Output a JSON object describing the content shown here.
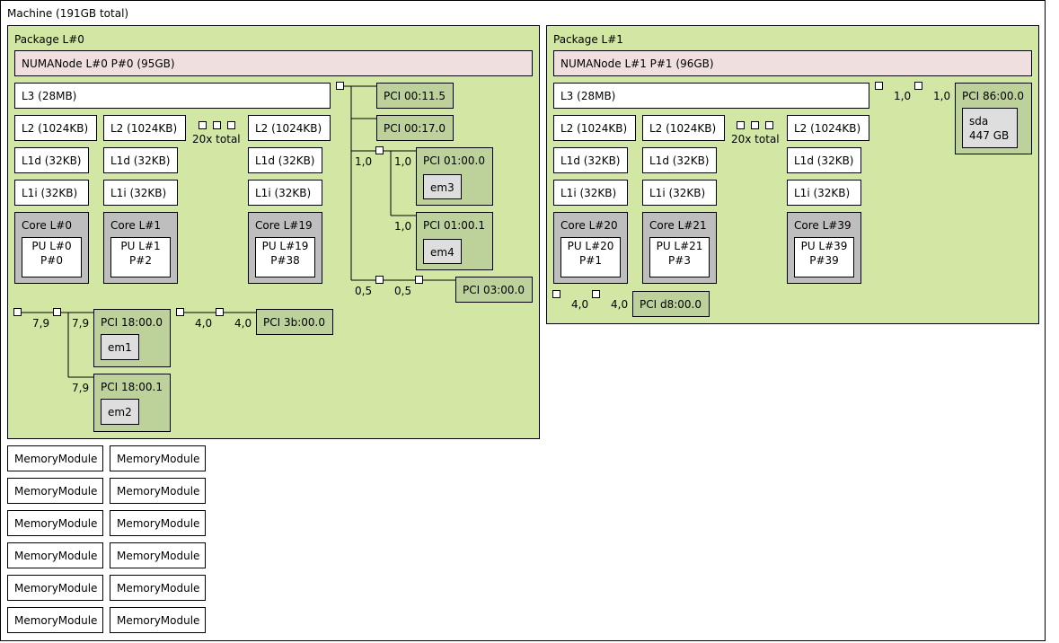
{
  "machine": {
    "title": "Machine (191GB total)"
  },
  "package0": {
    "title": "Package L#0",
    "numa": "NUMANode L#0 P#0 (95GB)",
    "l3": "L3 (28MB)",
    "l2": [
      "L2 (1024KB)",
      "L2 (1024KB)",
      "L2 (1024KB)"
    ],
    "l1d": [
      "L1d (32KB)",
      "L1d (32KB)",
      "L1d (32KB)"
    ],
    "l1i": [
      "L1i (32KB)",
      "L1i (32KB)",
      "L1i (32KB)"
    ],
    "cores": [
      {
        "label": "Core L#0",
        "pu_line1": "PU L#0",
        "pu_line2": "P#0"
      },
      {
        "label": "Core L#1",
        "pu_line1": "PU L#1",
        "pu_line2": "P#2"
      },
      {
        "label": "Core L#19",
        "pu_line1": "PU L#19",
        "pu_line2": "P#38"
      }
    ],
    "total": "20x total",
    "pci": {
      "p0011": "PCI 00:11.5",
      "p0017": "PCI 00:17.0",
      "p0100": "PCI 01:00.0",
      "em3": "em3",
      "p0101": "PCI 01:00.1",
      "em4": "em4",
      "p0300": "PCI 03:00.0",
      "p1800": "PCI 18:00.0",
      "em1": "em1",
      "p1801": "PCI 18:00.1",
      "em2": "em2",
      "p3b00": "PCI 3b:00.0"
    },
    "speeds": {
      "a": "1,0",
      "b": "1,0",
      "c": "1,0",
      "d": "0,5",
      "e": "0,5",
      "f": "7,9",
      "g": "7,9",
      "h": "7,9",
      "i": "4,0",
      "j": "4,0"
    }
  },
  "package1": {
    "title": "Package L#1",
    "numa": "NUMANode L#1 P#1 (96GB)",
    "l3": "L3 (28MB)",
    "l2": [
      "L2 (1024KB)",
      "L2 (1024KB)",
      "L2 (1024KB)"
    ],
    "l1d": [
      "L1d (32KB)",
      "L1d (32KB)",
      "L1d (32KB)"
    ],
    "l1i": [
      "L1i (32KB)",
      "L1i (32KB)",
      "L1i (32KB)"
    ],
    "cores": [
      {
        "label": "Core L#20",
        "pu_line1": "PU L#20",
        "pu_line2": "P#1"
      },
      {
        "label": "Core L#21",
        "pu_line1": "PU L#21",
        "pu_line2": "P#3"
      },
      {
        "label": "Core L#39",
        "pu_line1": "PU L#39",
        "pu_line2": "P#39"
      }
    ],
    "total": "20x total",
    "pci": {
      "p8600": "PCI 86:00.0",
      "sda_line1": "sda",
      "sda_line2": "447 GB",
      "pd800": "PCI d8:00.0"
    },
    "speeds": {
      "a": "1,0",
      "b": "1,0",
      "c": "4,0",
      "d": "4,0"
    }
  },
  "memory_modules": [
    "MemoryModule",
    "MemoryModule",
    "MemoryModule",
    "MemoryModule",
    "MemoryModule",
    "MemoryModule",
    "MemoryModule",
    "MemoryModule",
    "MemoryModule",
    "MemoryModule",
    "MemoryModule",
    "MemoryModule"
  ]
}
